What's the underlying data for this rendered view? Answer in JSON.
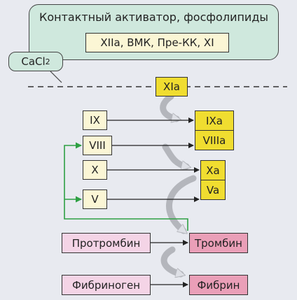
{
  "activator": {
    "title": "Контактный активатор, фосфолипиды",
    "factors": "XIIa, ВМК, Пре-КК, XI"
  },
  "cacl2": {
    "base": "CaCl",
    "sub": "2"
  },
  "factors": {
    "XIa": "XIa",
    "IX": "IX",
    "IXa": "IXa",
    "VIII": "VIII",
    "VIIIa": "VIIIa",
    "X": "X",
    "Xa": "Xa",
    "V": "V",
    "Va": "Va",
    "prothrombin": "Протромбин",
    "thrombin": "Тромбин",
    "fibrinogen": "Фибриноген",
    "fibrin": "Фибрин"
  },
  "colors": {
    "panel": "#cfe8dd",
    "cream": "#fbf6d5",
    "yellow": "#f0dd30",
    "pink_light": "#f4d4e6",
    "pink_dark": "#ea9fb8",
    "green_arrow": "#2ea043",
    "gray_arrow": "#c7c9cf"
  }
}
